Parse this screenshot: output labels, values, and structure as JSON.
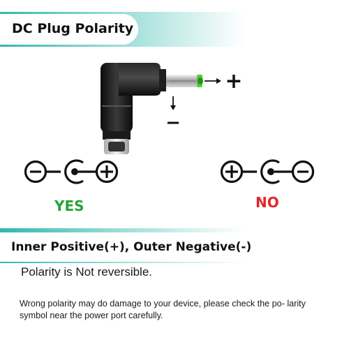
{
  "header": {
    "title": "DC Plug Polarity"
  },
  "diagram": {
    "positive_symbol": "+",
    "negative_symbol": "−",
    "accent_color": "#4cd137"
  },
  "options": {
    "yes": {
      "label": "YES",
      "color": "#24a33a"
    },
    "no": {
      "label": "NO",
      "color": "#e0282d"
    }
  },
  "info": {
    "heading": "Inner Positive(+), Outer Negative(-)",
    "note": "Polarity is Not reversible.",
    "warning": "Wrong polarity may do damage to your device, please check the po- larity symbol near the power port carefully."
  }
}
